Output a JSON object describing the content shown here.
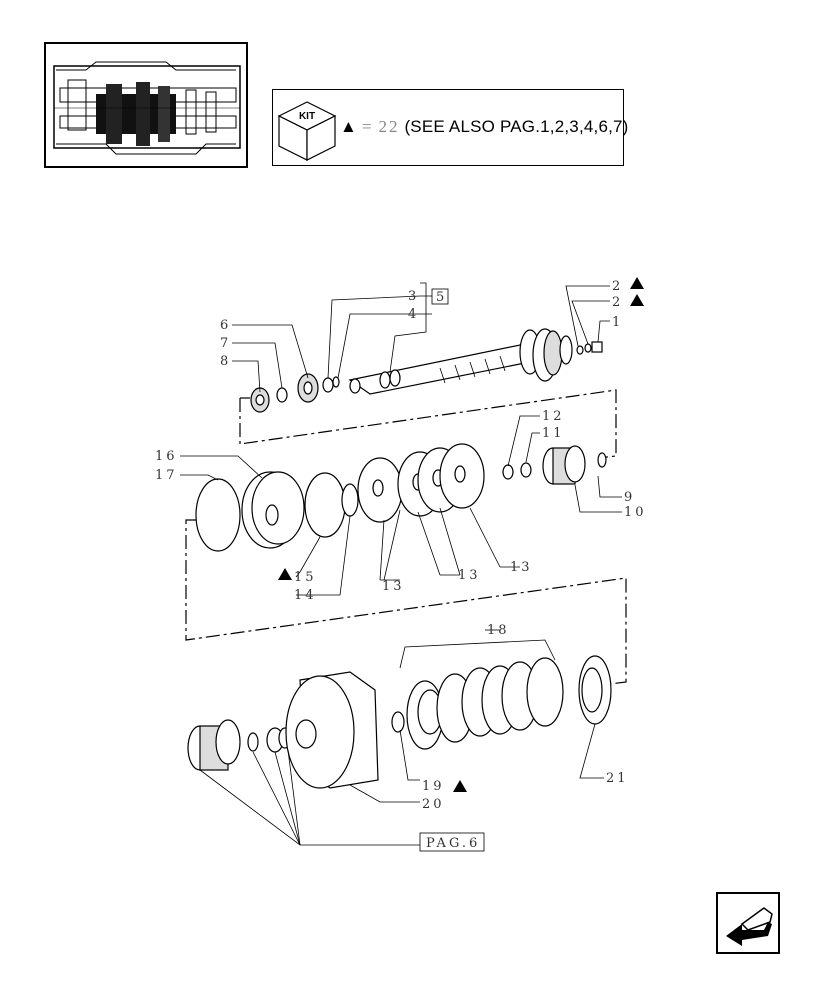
{
  "kit_legend": {
    "icon_label": "KIT",
    "equals": "=",
    "ref_number": "22",
    "text": "(SEE ALSO PAG.1,2,3,4,6,7)"
  },
  "callouts": {
    "c1": "1",
    "c2a": "2",
    "c2b": "2",
    "c3": "3",
    "c4": "4",
    "c5": "5",
    "c6": "6",
    "c7": "7",
    "c8": "8",
    "c9": "9",
    "c10": "10",
    "c11": "11",
    "c12": "12",
    "c13a": "13",
    "c13b": "13",
    "c13c": "13",
    "c14": "14",
    "c15": "15",
    "c16": "16",
    "c17": "17",
    "c18": "18",
    "c19": "19",
    "c20": "20",
    "c21": "21",
    "pag6": "PAG.6"
  },
  "nav": {
    "icon": "arrow-back-icon"
  }
}
